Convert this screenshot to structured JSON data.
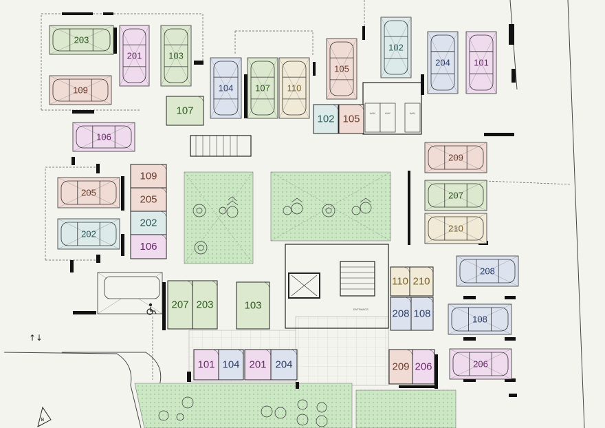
{
  "colors": {
    "background": "#f4f4ef",
    "green": "#dde9cf",
    "pink": "#efdaee",
    "blue": "#dde3ee",
    "salmon": "#f1dcd5",
    "beige": "#f0ead7",
    "teal": "#dcebea",
    "lawn": "#c9e6c3"
  },
  "parking_spaces": [
    {
      "label": "203",
      "color": "green",
      "text_color": "#2d5a1e"
    },
    {
      "label": "201",
      "color": "pink",
      "text_color": "#6a2a6a"
    },
    {
      "label": "103",
      "color": "green",
      "text_color": "#2d5a1e"
    },
    {
      "label": "109",
      "color": "salmon",
      "text_color": "#6b3b2b"
    },
    {
      "label": "104",
      "color": "blue",
      "text_color": "#2a3e6d"
    },
    {
      "label": "107",
      "color": "green",
      "text_color": "#2d5a1e"
    },
    {
      "label": "110",
      "color": "beige",
      "text_color": "#7a6530"
    },
    {
      "label": "105",
      "color": "salmon",
      "text_color": "#6b3b2b"
    },
    {
      "label": "102",
      "color": "teal",
      "text_color": "#2c5b5b"
    },
    {
      "label": "204",
      "color": "blue",
      "text_color": "#2a3e6d"
    },
    {
      "label": "101",
      "color": "pink",
      "text_color": "#6a2a6a"
    },
    {
      "label": "106",
      "color": "pink",
      "text_color": "#6a2a6a"
    },
    {
      "label": "205",
      "color": "salmon",
      "text_color": "#6b3b2b"
    },
    {
      "label": "202",
      "color": "teal",
      "text_color": "#2c5b5b"
    },
    {
      "label": "209",
      "color": "salmon",
      "text_color": "#6b3b2b"
    },
    {
      "label": "207",
      "color": "green",
      "text_color": "#2d5a1e"
    },
    {
      "label": "210",
      "color": "beige",
      "text_color": "#7a6530"
    },
    {
      "label": "208",
      "color": "blue",
      "text_color": "#2a3e6d"
    },
    {
      "label": "108",
      "color": "blue",
      "text_color": "#2a3e6d"
    },
    {
      "label": "206",
      "color": "pink",
      "text_color": "#6a2a6a"
    }
  ],
  "storage_rooms": [
    {
      "label": "107",
      "color": "green",
      "text_color": "#2d5a1e"
    },
    {
      "label": "102",
      "color": "teal",
      "text_color": "#2c5b5b"
    },
    {
      "label": "105",
      "color": "salmon",
      "text_color": "#6b3b2b"
    },
    {
      "label": "109",
      "color": "salmon",
      "text_color": "#6b3b2b"
    },
    {
      "label": "205",
      "color": "salmon",
      "text_color": "#6b3b2b"
    },
    {
      "label": "202",
      "color": "teal",
      "text_color": "#2c5b5b"
    },
    {
      "label": "106",
      "color": "pink",
      "text_color": "#6a2a6a"
    },
    {
      "label": "207",
      "color": "green",
      "text_color": "#2d5a1e"
    },
    {
      "label": "203",
      "color": "green",
      "text_color": "#2d5a1e"
    },
    {
      "label": "103",
      "color": "green",
      "text_color": "#2d5a1e"
    },
    {
      "label": "110",
      "color": "beige",
      "text_color": "#7a6530"
    },
    {
      "label": "210",
      "color": "beige",
      "text_color": "#7a6530"
    },
    {
      "label": "208",
      "color": "blue",
      "text_color": "#2a3e6d"
    },
    {
      "label": "108",
      "color": "blue",
      "text_color": "#2a3e6d"
    },
    {
      "label": "101",
      "color": "pink",
      "text_color": "#6a2a6a"
    },
    {
      "label": "104",
      "color": "blue",
      "text_color": "#2a3e6d"
    },
    {
      "label": "201",
      "color": "pink",
      "text_color": "#6a2a6a"
    },
    {
      "label": "204",
      "color": "blue",
      "text_color": "#2a3e6d"
    },
    {
      "label": "209",
      "color": "salmon",
      "text_color": "#6b3b2b"
    },
    {
      "label": "206",
      "color": "pink",
      "text_color": "#6a2a6a"
    }
  ],
  "plant_rooms": [
    "AHK",
    "AHK",
    "AHK"
  ],
  "entrance_label": "ENTRANCE",
  "stair_arrows": "↑↓",
  "north_marker": "B",
  "icons": [
    "wheelchair-icon",
    "tree-icon",
    "palm-icon",
    "compass-icon"
  ]
}
